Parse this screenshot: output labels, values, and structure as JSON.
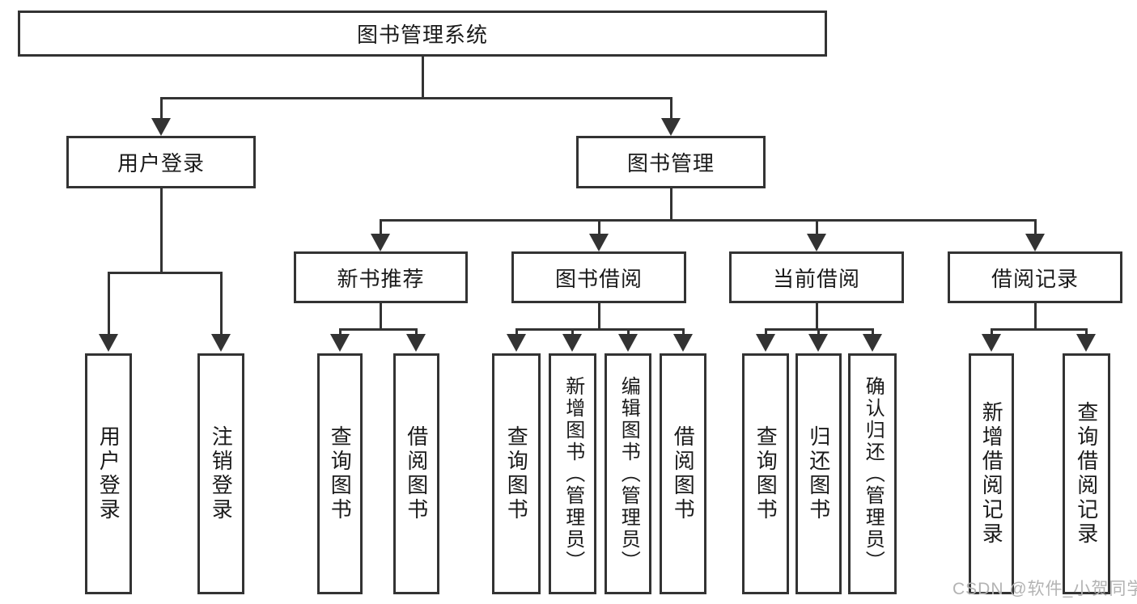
{
  "diagram": {
    "type": "hierarchy-tree",
    "tree": {
      "label": "图书管理系统",
      "children": [
        {
          "label": "用户登录",
          "children": [
            {
              "label": "用户登录"
            },
            {
              "label": "注销登录"
            }
          ]
        },
        {
          "label": "图书管理",
          "children": [
            {
              "label": "新书推荐",
              "children": [
                {
                  "label": "查询图书"
                },
                {
                  "label": "借阅图书"
                }
              ]
            },
            {
              "label": "图书借阅",
              "children": [
                {
                  "label": "查询图书"
                },
                {
                  "label": "新增图书（管理员）"
                },
                {
                  "label": "编辑图书（管理员）"
                },
                {
                  "label": "借阅图书"
                }
              ]
            },
            {
              "label": "当前借阅",
              "children": [
                {
                  "label": "查询图书"
                },
                {
                  "label": "归还图书"
                },
                {
                  "label": "确认归还（管理员）"
                }
              ]
            },
            {
              "label": "借阅记录",
              "children": [
                {
                  "label": "新增借阅记录"
                },
                {
                  "label": "查询借阅记录"
                }
              ]
            }
          ]
        }
      ]
    },
    "colors": {
      "box_border": "#333333",
      "connector_line": "#333333",
      "text": "#1a1a1a",
      "background": "#ffffff",
      "watermark": "#b3b3b3"
    }
  },
  "watermark": {
    "text": "CSDN @软件_小贺同学"
  }
}
